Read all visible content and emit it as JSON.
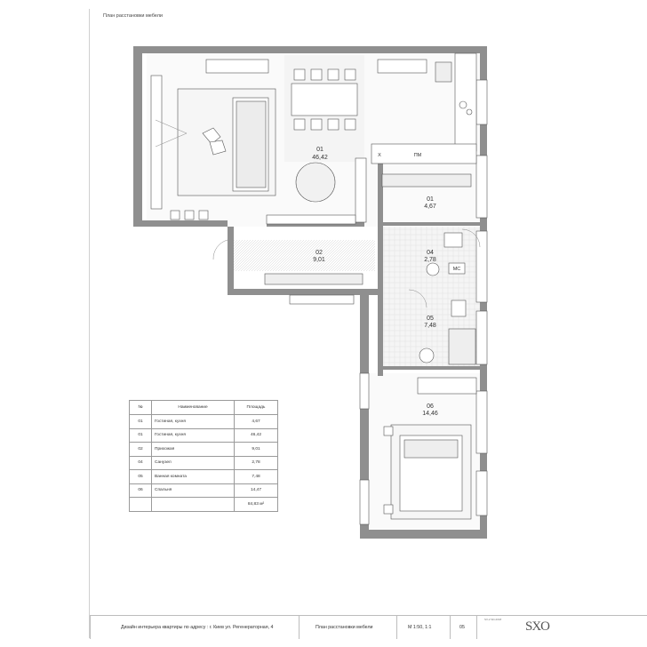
{
  "sheet": {
    "title": "План расстановки мебели"
  },
  "rooms": [
    {
      "id": "r01",
      "number": "01",
      "area": "46,42"
    },
    {
      "id": "r01b",
      "number": "01",
      "area": "4,67"
    },
    {
      "id": "r02",
      "number": "02",
      "area": "9,01"
    },
    {
      "id": "r04",
      "number": "04",
      "area": "2,78"
    },
    {
      "id": "r05",
      "number": "05",
      "area": "7,48"
    },
    {
      "id": "r06",
      "number": "06",
      "area": "14,46"
    }
  ],
  "labels": {
    "fridge": "Х",
    "dishwasher": "ПМ",
    "washer": "МС"
  },
  "table": {
    "headers": [
      "№",
      "Наименование",
      "Площадь"
    ],
    "rows": [
      [
        "01",
        "Гостиная, кухня",
        "4,67"
      ],
      [
        "01",
        "Гостиная, кухня",
        "46,42"
      ],
      [
        "02",
        "Прихожая",
        "9,01"
      ],
      [
        "04",
        "Санузел",
        "2,78"
      ],
      [
        "05",
        "Ванная комната",
        "7,48"
      ],
      [
        "06",
        "Спальня",
        "14,47"
      ]
    ],
    "total": "84,83 м²"
  },
  "stamp": {
    "project": "Дизайн интерьера квартиры по адресу : г. Киев ул. Регенераторная, 4",
    "sheet_name": "План расстановки мебели",
    "scale": "М 1:50, 1:1",
    "page": "05",
    "logo": "SXO",
    "code": "SV-2 SD-2018"
  },
  "colors": {
    "wall": "#8f8f8f",
    "floor": "#f3f3f3",
    "line": "#555555"
  }
}
